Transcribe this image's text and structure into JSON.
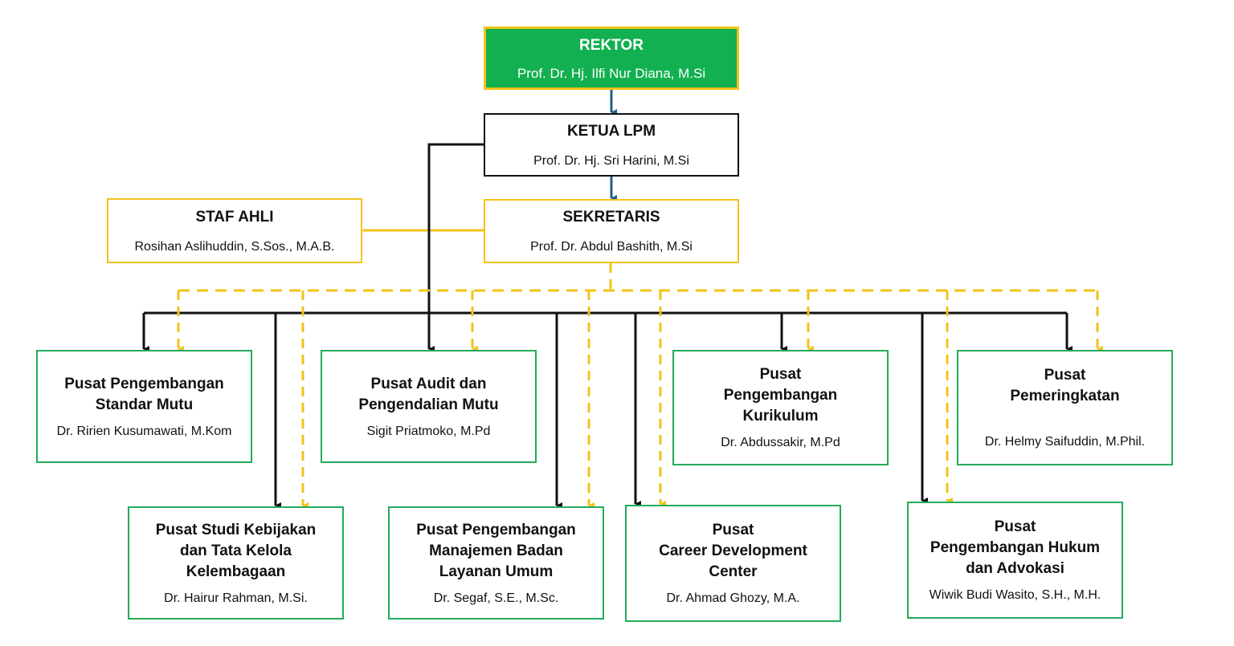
{
  "chart_title": "Struktur Organisasi LPM",
  "colors": {
    "rektor_fill": "#12b050",
    "rektor_border": "#f2c318",
    "line_black": "#111111",
    "line_blue": "#1f5f8b",
    "line_yellow": "#f2c318",
    "unit_border": "#22ab5c"
  },
  "nodes": {
    "rektor": {
      "title": "REKTOR",
      "name": "Prof. Dr. Hj. Ilfi Nur Diana, M.Si"
    },
    "ketua": {
      "title": "KETUA LPM",
      "name": "Prof. Dr. Hj. Sri Harini, M.Si"
    },
    "sekretaris": {
      "title": "SEKRETARIS",
      "name": "Prof. Dr. Abdul Bashith, M.Si"
    },
    "staf_ahli": {
      "title": "STAF AHLI",
      "name": "Rosihan Aslihuddin, S.Sos., M.A.B."
    }
  },
  "units": [
    {
      "title": "Pusat Pengembangan\nStandar Mutu",
      "name": "Dr. Ririen Kusumawati, M.Kom"
    },
    {
      "title": "Pusat Audit dan\nPengendalian Mutu",
      "name": "Sigit Priatmoko, M.Pd"
    },
    {
      "title": "Pusat\nPengembangan\nKurikulum",
      "name": "Dr. Abdussakir, M.Pd"
    },
    {
      "title": "Pusat\nPemeringkatan",
      "name": "Dr. Helmy Saifuddin, M.Phil."
    },
    {
      "title": "Pusat Studi Kebijakan\ndan Tata Kelola\nKelembagaan",
      "name": "Dr. Hairur Rahman, M.Si."
    },
    {
      "title": "Pusat Pengembangan\nManajemen Badan\nLayanan Umum",
      "name": "Dr. Segaf, S.E., M.Sc."
    },
    {
      "title": "Pusat\nCareer Development\nCenter",
      "name": "Dr. Ahmad Ghozy, M.A."
    },
    {
      "title": "Pusat\nPengembangan Hukum\ndan Advokasi",
      "name": "Wiwik Budi Wasito, S.H., M.H."
    }
  ],
  "relations": {
    "command": [
      [
        "rektor",
        "ketua"
      ],
      [
        "ketua",
        "sekretaris"
      ],
      [
        "sekretaris",
        "staf_ahli"
      ],
      [
        "ketua",
        "unit-1"
      ],
      [
        "ketua",
        "unit-2"
      ],
      [
        "ketua",
        "unit-3"
      ],
      [
        "ketua",
        "unit-4"
      ],
      [
        "ketua",
        "unit-5"
      ],
      [
        "ketua",
        "unit-6"
      ],
      [
        "ketua",
        "unit-7"
      ],
      [
        "ketua",
        "unit-8"
      ]
    ],
    "coordination": [
      [
        "sekretaris",
        "unit-1"
      ],
      [
        "sekretaris",
        "unit-2"
      ],
      [
        "sekretaris",
        "unit-3"
      ],
      [
        "sekretaris",
        "unit-4"
      ],
      [
        "sekretaris",
        "unit-5"
      ],
      [
        "sekretaris",
        "unit-6"
      ],
      [
        "sekretaris",
        "unit-7"
      ],
      [
        "sekretaris",
        "unit-8"
      ]
    ]
  }
}
